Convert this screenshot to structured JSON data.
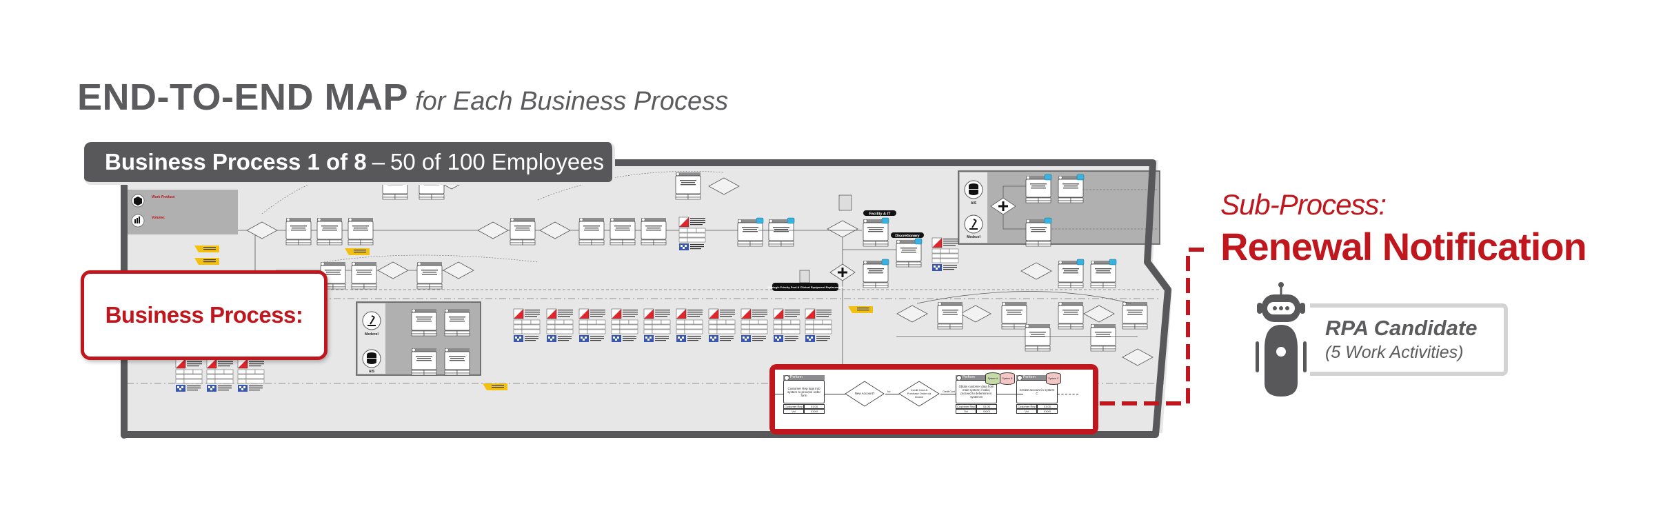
{
  "headline": {
    "title": "END-TO-END MAP",
    "subtitle": "for Each Business Process"
  },
  "process_banner": {
    "label": "Business Process 1 of 8",
    "separator": "–",
    "detail": "50 of 100 Employees"
  },
  "business_process_callout": {
    "label": "Business Process:"
  },
  "sub_process_callout": {
    "label": "Sub-Process:",
    "title": "Renewal Notification"
  },
  "rpa": {
    "icon": "robot-icon",
    "title": "RPA Candidate",
    "subtitle": "(5 Work Activities)"
  },
  "map": {
    "legend": {
      "work_product_label": "Work Product:",
      "volume_label": "Volume:",
      "work_product_icon": "box-icon",
      "volume_icon": "bar-chart-icon"
    },
    "systems": {
      "medxcel": "Medxcel",
      "ais": "AIS"
    },
    "lane_labels": {
      "facility_it": "Facility & IT",
      "discretionary": "Discretionary",
      "strategic": "Strategic Priority Pool & Clinical Equipment Replacement"
    },
    "task_header_label": "Perform"
  },
  "sub_process_detail": {
    "steps": [
      {
        "header": "Perform",
        "text": "Customer Rep logs into system to process order form",
        "role": "Customer Rep",
        "time": "01:00",
        "vol": "Vol",
        "count": "XXXX"
      },
      {
        "header": "Perform",
        "text": "Obtain customer data from main system; if valid, proceed to determine in system B",
        "role": "Customer Rep",
        "time": "01:00",
        "vol": "Vol",
        "count": "XXXX",
        "systems": [
          "System A",
          "System B"
        ]
      },
      {
        "header": "Perform",
        "text": "Create account in system C",
        "role": "Customer Rep",
        "time": "01:00",
        "vol": "Vol",
        "count": "XXXX",
        "systems": [
          "System C"
        ]
      }
    ],
    "decisions": [
      {
        "text": "New Account?"
      },
      {
        "text": "Credit Card & Purchase Order via Invoice"
      }
    ],
    "flow_labels": [
      "No",
      "Credit Card"
    ]
  },
  "colors": {
    "accent_red": "#c0161d",
    "dark_gray": "#58585a",
    "map_bg": "#e7e7e7",
    "lane_gray": "#b0b0b0",
    "system_blue": "#38b2de",
    "sticky_yellow": "#f2c011",
    "system_green": "#c6dba8",
    "system_pink": "#f4c6c6"
  }
}
